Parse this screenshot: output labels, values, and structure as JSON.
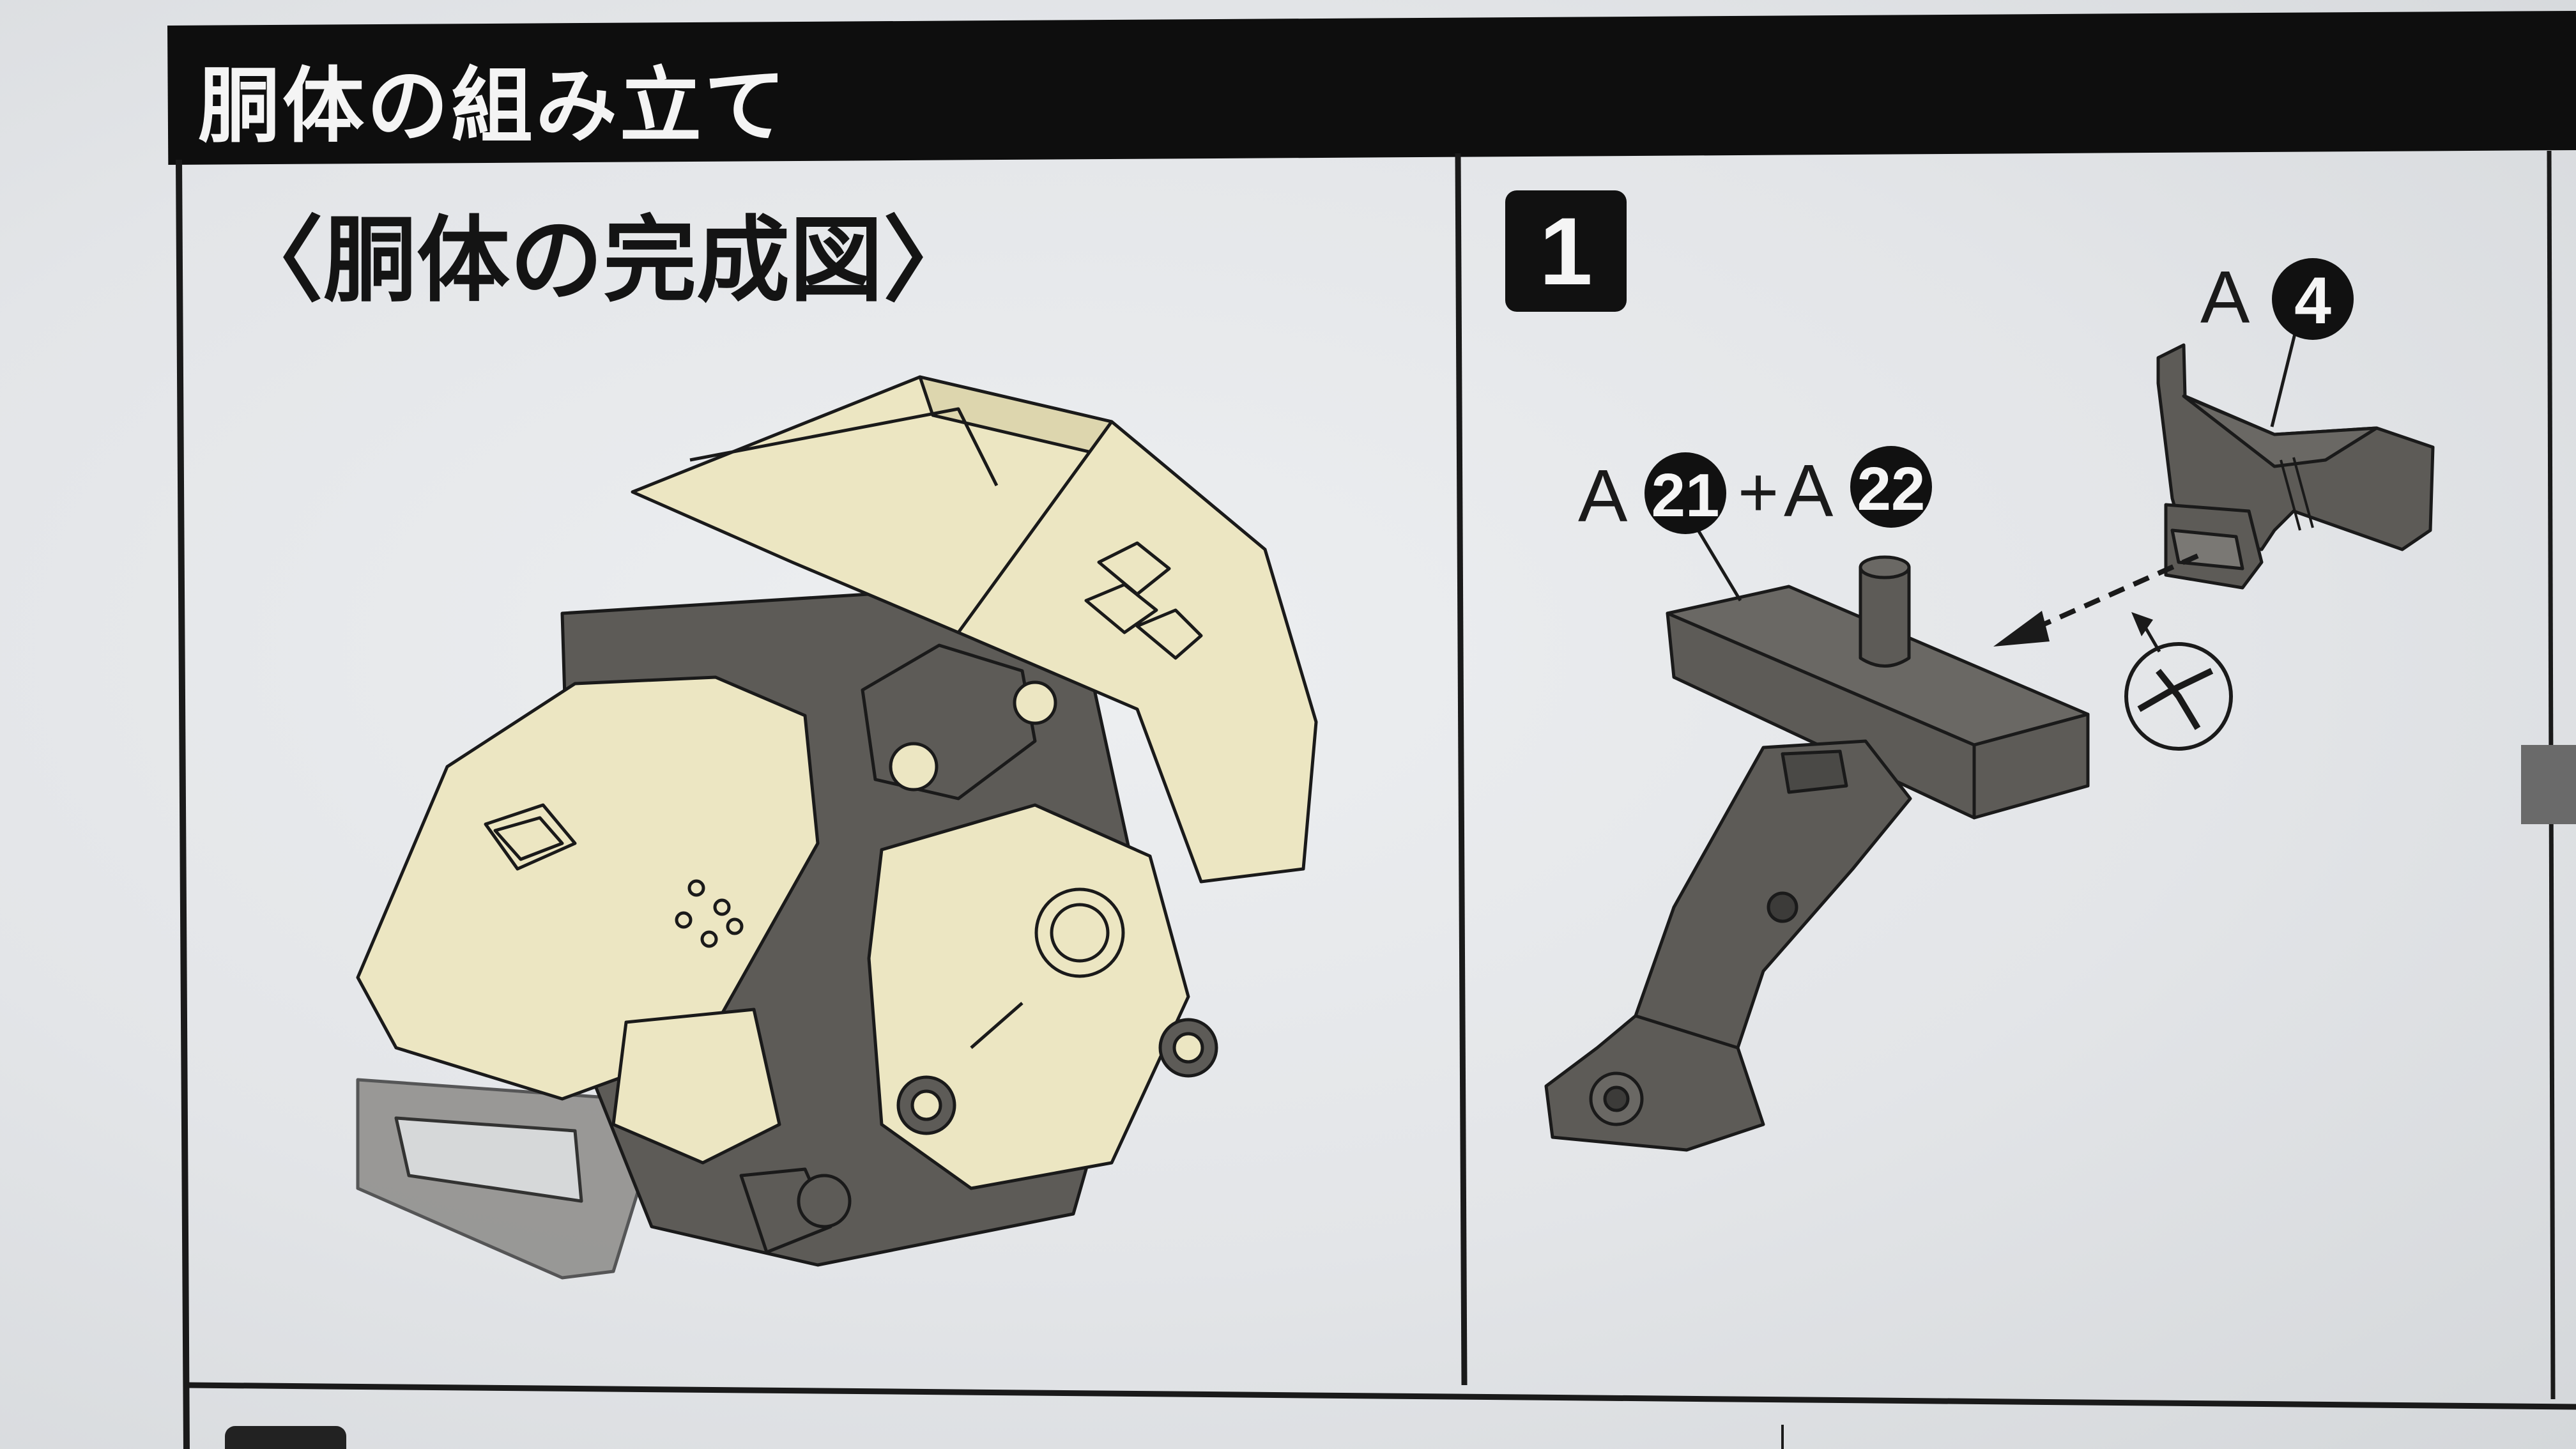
{
  "header": {
    "title": "胴体の組み立て"
  },
  "left_panel": {
    "heading": "〈胴体の完成図〉"
  },
  "right_panel": {
    "step_number": "1",
    "part_a4": {
      "letter": "A",
      "number": "4"
    },
    "part_combo": {
      "first_letter": "A",
      "first_number": "21",
      "plus": "+",
      "second_letter": "A",
      "second_number": "22"
    }
  },
  "colors": {
    "header_bg": "#0e0e0e",
    "body_part": "#ece6c2",
    "dark_part": "#5d5b57",
    "line": "#1a1a1a"
  },
  "icons": {
    "arrow": "dashed-arrow-icon",
    "nipper": "nipper-cut-icon"
  }
}
